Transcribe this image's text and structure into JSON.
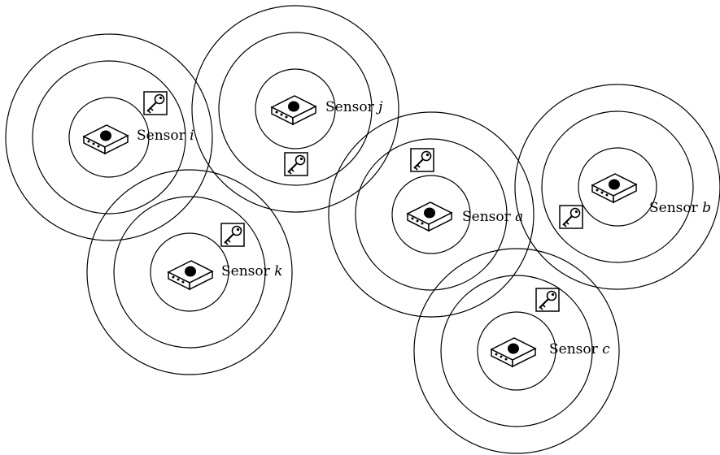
{
  "sensors": [
    {
      "key": "i",
      "label_prefix": "Sensor",
      "label_id": "i"
    },
    {
      "key": "j",
      "label_prefix": "Sensor",
      "label_id": "j"
    },
    {
      "key": "k",
      "label_prefix": "Sensor",
      "label_id": "k"
    },
    {
      "key": "a",
      "label_prefix": "Sensor",
      "label_id": "a"
    },
    {
      "key": "b",
      "label_prefix": "Sensor",
      "label_id": "b"
    },
    {
      "key": "c",
      "label_prefix": "Sensor",
      "label_id": "c"
    }
  ],
  "icons": {
    "sensor": "sensor-device-icon",
    "key": "key-icon"
  },
  "colors": {
    "stroke": "#000000",
    "background": "#ffffff"
  }
}
